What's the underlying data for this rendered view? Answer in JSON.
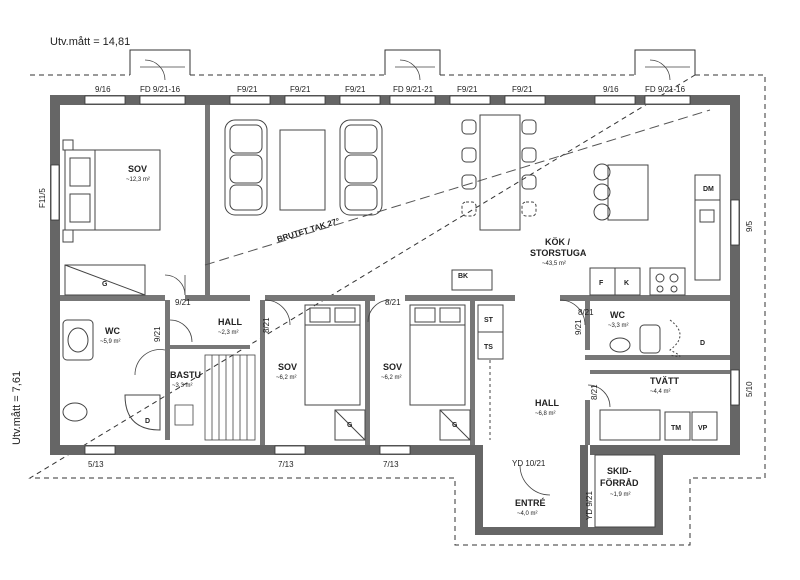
{
  "dimensions": {
    "width_label": "Utv.mått = 14,81",
    "height_label": "Utv.mått = 7,61"
  },
  "rooms": [
    {
      "id": "sov-master",
      "name": "SOV",
      "area": "~12,3 m²"
    },
    {
      "id": "kok",
      "name": "KÖK /",
      "name2": "STORSTUGA",
      "area": "~43,5 m²"
    },
    {
      "id": "wc-left",
      "name": "WC",
      "area": "~5,9 m²"
    },
    {
      "id": "hall-small",
      "name": "HALL",
      "area": "~2,3 m²"
    },
    {
      "id": "bastu",
      "name": "BASTU",
      "area": "~3,3 m²"
    },
    {
      "id": "sov-2",
      "name": "SOV",
      "area": "~6,2 m²"
    },
    {
      "id": "sov-3",
      "name": "SOV",
      "area": "~6,2 m²"
    },
    {
      "id": "wc-right",
      "name": "WC",
      "area": "~3,3 m²"
    },
    {
      "id": "tvatt",
      "name": "TVÄTT",
      "area": "~4,4 m²"
    },
    {
      "id": "hall-large",
      "name": "HALL",
      "area": "~6,8 m²"
    },
    {
      "id": "entre",
      "name": "ENTRÉ",
      "area": "~4,0 m²"
    },
    {
      "id": "skid",
      "name": "SKID-",
      "name2": "FÖRRÅD",
      "area": "~1,9 m²"
    }
  ],
  "windows": {
    "top": [
      "9/16",
      "FD 9/21-16",
      "F9/21",
      "F9/21",
      "F9/21",
      "FD 9/21-21",
      "F9/21",
      "F9/21",
      "9/16",
      "FD 9/21-16"
    ],
    "left": "F11/5",
    "right_upper": "9/5",
    "right_lower": "5/10",
    "bottom": [
      "5/13",
      "7/13",
      "7/13"
    ],
    "entry": "YD 10/21",
    "entry_side": "YD 9/21"
  },
  "doors": {
    "d1": "9/21",
    "d2": "9/21",
    "d3": "8/21",
    "d4": "8/21",
    "d5": "8/21",
    "d6": "9/21",
    "d7": "8/21"
  },
  "labels": {
    "roof": "BRUTET TAK 27°",
    "bk": "BK",
    "dm": "DM",
    "f": "F",
    "k": "K",
    "st": "ST",
    "ts": "TS",
    "tm": "TM",
    "vp": "VP",
    "g": "G",
    "d": "D"
  }
}
